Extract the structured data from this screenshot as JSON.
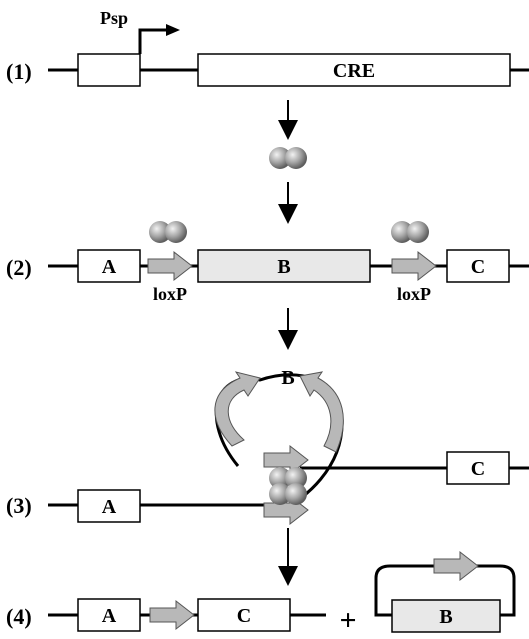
{
  "labels": {
    "promoter": "Psp",
    "step1": "(1)",
    "step2": "(2)",
    "step3": "(3)",
    "step4": "(4)",
    "cre": "CRE",
    "a": "A",
    "b": "B",
    "c": "C",
    "loxp": "loxP",
    "plus": "+"
  },
  "icons": {
    "recombinase": "cre-protein-dimer-icon",
    "loxp_site": "loxp-arrow-icon",
    "process_arrow": "down-arrow-icon"
  },
  "colors": {
    "line": "#000000",
    "gene_box": "#ffffff",
    "excised_segment": "#e8e8e8",
    "loxp_site": "#b8b8b8"
  }
}
